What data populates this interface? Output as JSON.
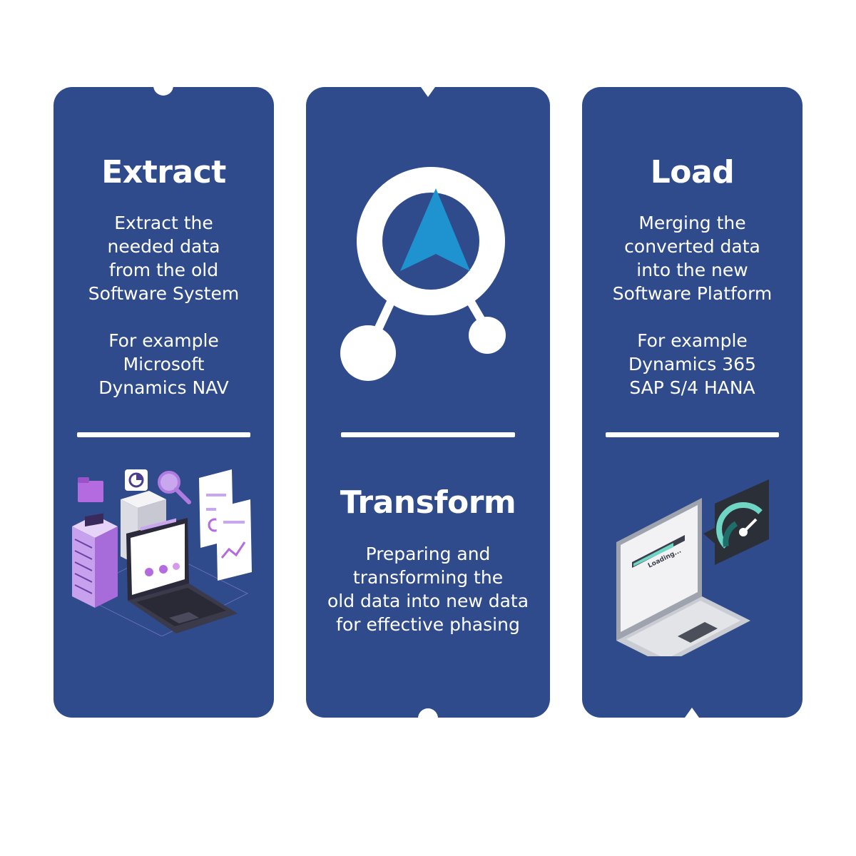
{
  "cards": [
    {
      "title": "Extract",
      "lines": [
        "Extract the",
        "needed data",
        "from the old",
        "Software System",
        "",
        "For example",
        "Microsoft",
        "Dynamics NAV"
      ]
    },
    {
      "title": "Transform",
      "lines": [
        "Preparing and",
        "transforming the",
        "old data into new data",
        "for effective phasing"
      ]
    },
    {
      "title": "Load",
      "lines": [
        "Merging the",
        "converted data",
        "into the new",
        "Software Platform",
        "",
        "For example",
        "Dynamics 365",
        "SAP S/4 HANA"
      ]
    }
  ],
  "laptop_screen_text": "Loading...",
  "colors": {
    "card": "#2f4b8c",
    "accent": "#1f93d0",
    "white": "#ffffff"
  },
  "icons": {
    "extract": "data-extraction-illustration",
    "transform": "transform-logo-icon",
    "load": "laptop-loading-illustration"
  }
}
